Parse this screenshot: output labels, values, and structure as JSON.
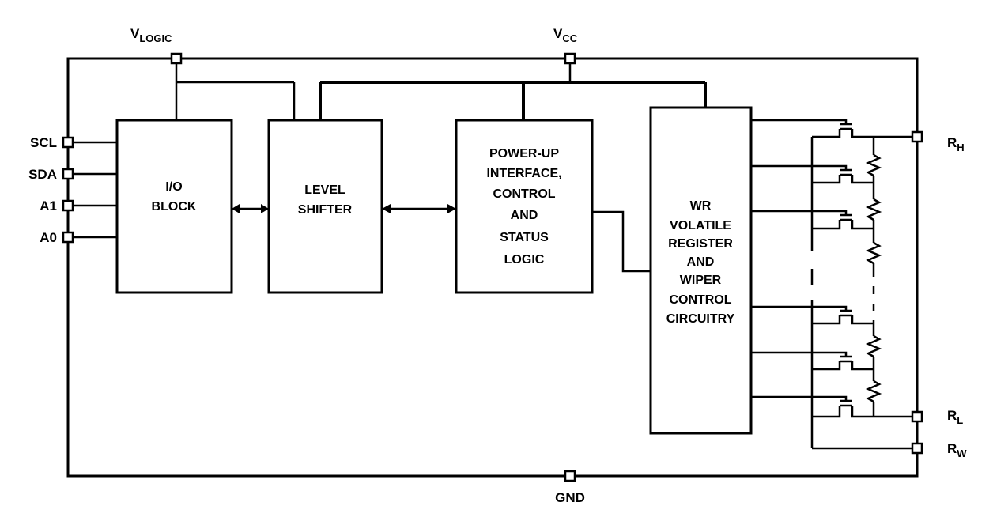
{
  "pins": {
    "vlogic": {
      "main": "V",
      "sub": "LOGIC"
    },
    "vcc": {
      "main": "V",
      "sub": "CC"
    },
    "gnd": "GND",
    "scl": "SCL",
    "sda": "SDA",
    "a1": "A1",
    "a0": "A0",
    "rh": {
      "main": "R",
      "sub": "H"
    },
    "rl": {
      "main": "R",
      "sub": "L"
    },
    "rw": {
      "main": "R",
      "sub": "W"
    }
  },
  "blocks": {
    "io": [
      "I/O",
      "BLOCK"
    ],
    "level": [
      "LEVEL",
      "SHIFTER"
    ],
    "control": [
      "POWER-UP",
      "INTERFACE,",
      "CONTROL",
      "AND",
      "STATUS",
      "LOGIC"
    ],
    "wr": [
      "WR",
      "VOLATILE",
      "REGISTER",
      "AND",
      "WIPER",
      "CONTROL",
      "CIRCUITRY"
    ]
  }
}
